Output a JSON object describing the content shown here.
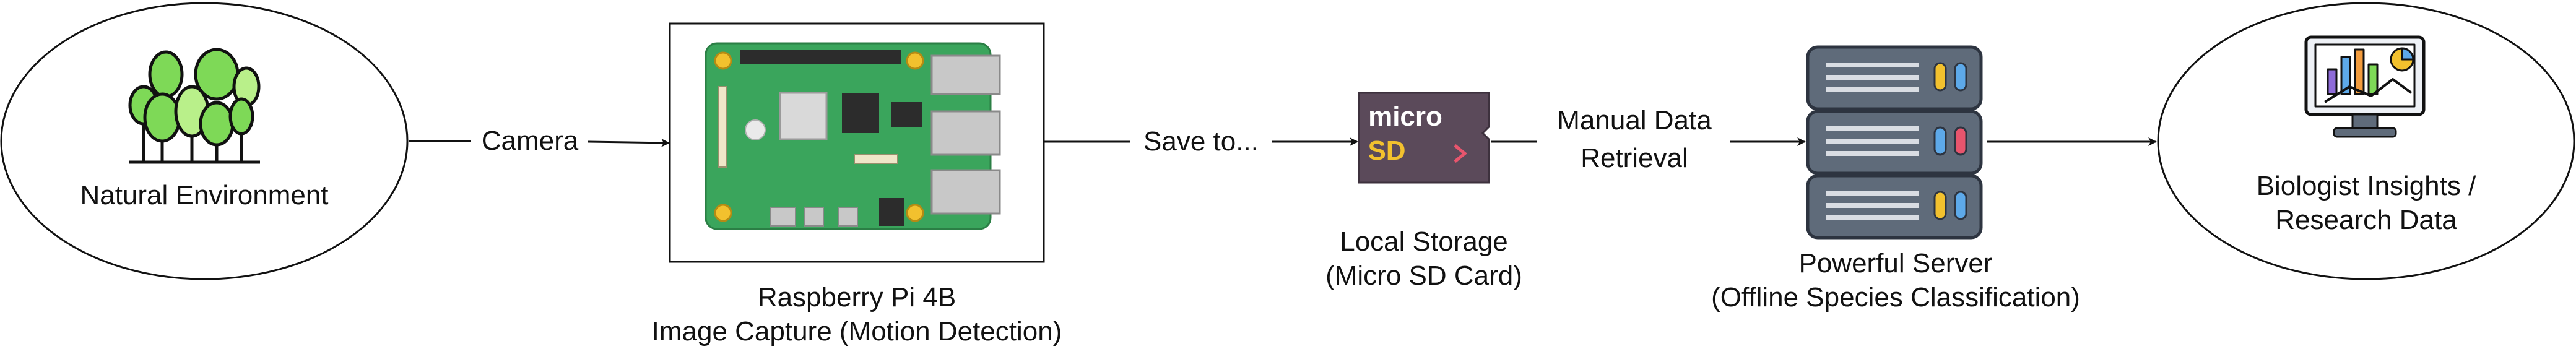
{
  "nodes": {
    "natural_environment": {
      "label": "Natural Environment",
      "icon": "forest-icon"
    },
    "raspberry_pi": {
      "label_line1": "Raspberry Pi 4B",
      "label_line2": "Image Capture (Motion Detection)",
      "icon": "raspberry-pi-board-icon"
    },
    "local_storage": {
      "label_line1": "Local Storage",
      "label_line2": "(Micro SD Card)",
      "icon": "micro-sd-card-icon",
      "card_text_top": "micro",
      "card_text_bottom": "SD"
    },
    "server": {
      "label_line1": "Powerful Server",
      "label_line2": "(Offline Species Classification)",
      "icon": "server-rack-icon"
    },
    "insights": {
      "label_line1": "Biologist Insights /",
      "label_line2": "Research Data",
      "icon": "analytics-monitor-icon"
    }
  },
  "edges": {
    "camera": {
      "label": "Camera"
    },
    "save_to": {
      "label": "Save to..."
    },
    "manual_retrieval": {
      "label_line1": "Manual Data",
      "label_line2": "Retrieval"
    },
    "to_insights": {
      "label": ""
    }
  },
  "colors": {
    "stroke": "#111111",
    "tree_green": "#7ed957",
    "tree_light": "#b9f08a",
    "board_green": "#3aa55c",
    "sd_card": "#5b4a5a",
    "sd_yellow": "#f2c12e",
    "server_body": "#5f6b7a",
    "led_blue": "#5da9e9",
    "led_yellow": "#f2c12e",
    "led_red": "#e8556d",
    "chart_purple": "#8e6bd8",
    "chart_orange": "#f39c3d"
  }
}
